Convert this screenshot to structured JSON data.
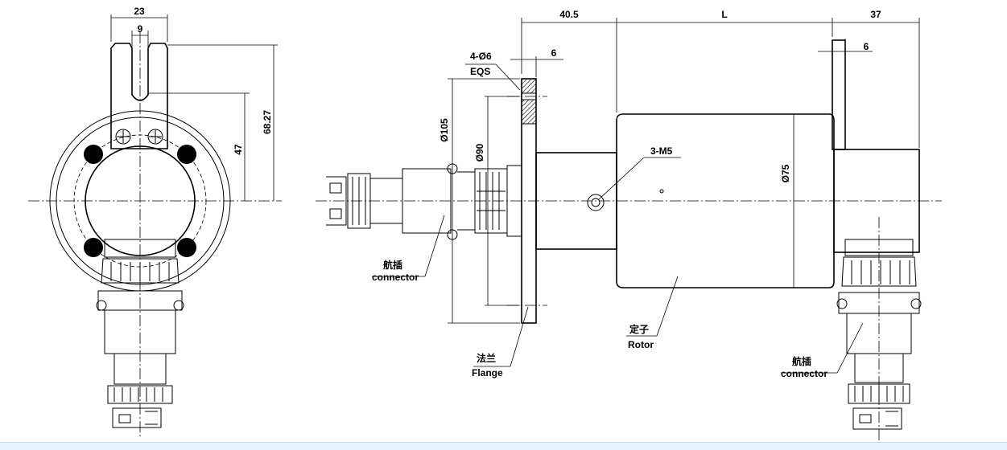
{
  "colors": {
    "line": "#000000",
    "background": "#ffffff",
    "bottom_strip": "#e8f0fb"
  },
  "front_view": {
    "dim_width": "23",
    "dim_slot": "9",
    "dim_height_47": "47",
    "dim_height_6827": "68.27"
  },
  "side_view": {
    "dim_40_5": "40.5",
    "dim_L": "L",
    "dim_37": "37",
    "dim_flange_thickness": "6",
    "dim_bracket_thickness": "6",
    "hole_callout_line1": "4-Ø6",
    "hole_callout_line2": "EQS",
    "dia_105": "Ø105",
    "dia_90": "Ø90",
    "dia_75": "Ø75",
    "thread_callout": "3-M5",
    "connector_cn": "航插",
    "connector_en": "connector",
    "flange_cn": "法兰",
    "flange_en": "Flange",
    "rotor_cn": "定子",
    "rotor_en": "Rotor"
  },
  "end_view": {
    "connector_cn": "航插",
    "connector_en": "connector"
  }
}
